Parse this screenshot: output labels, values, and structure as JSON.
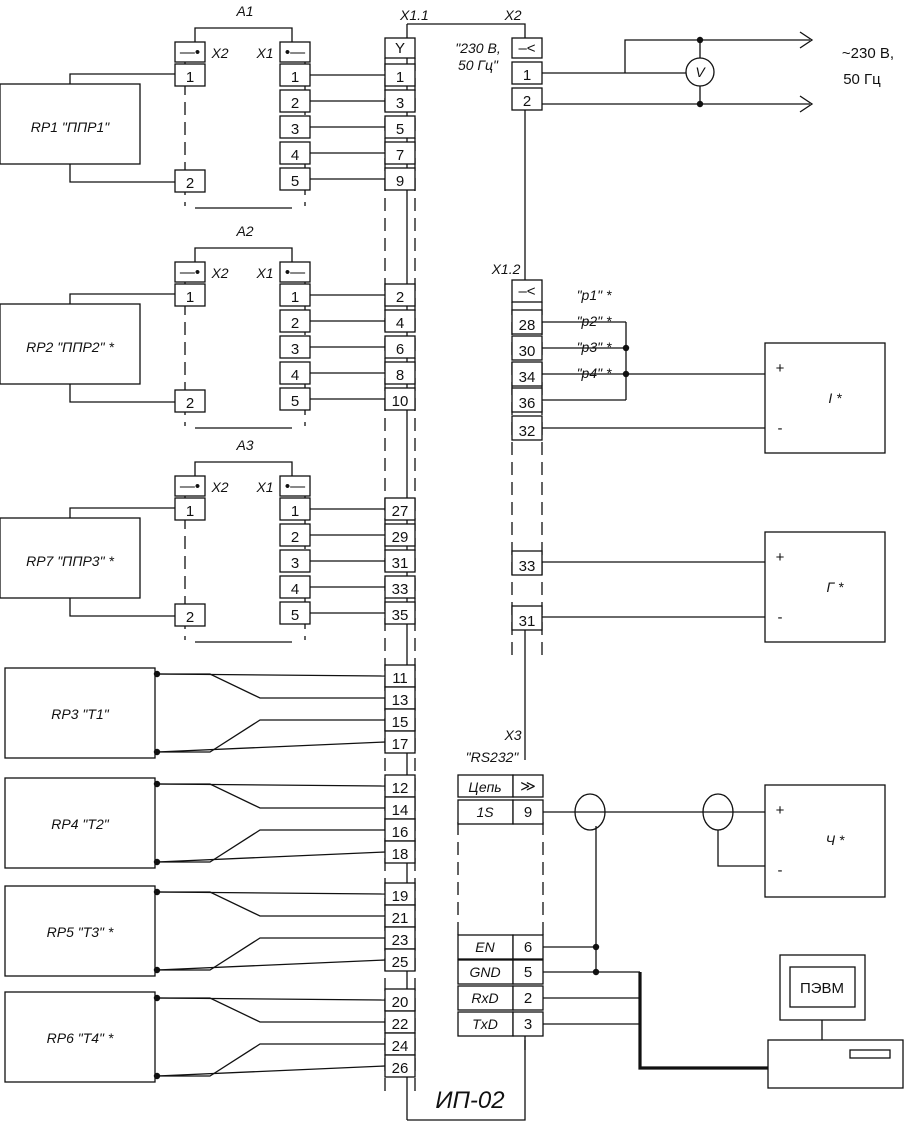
{
  "sensors_ppr": [
    {
      "label": "RP1 \"ППР1\"",
      "module": "A1",
      "x2": "X2",
      "x1": "X1",
      "pin_a": "1",
      "pin_b": "2",
      "outs": [
        "1",
        "2",
        "3",
        "4",
        "5"
      ],
      "terms": [
        "1",
        "3",
        "5",
        "7",
        "9"
      ]
    },
    {
      "label": "RP2 \"ППР2\" *",
      "module": "A2",
      "x2": "X2",
      "x1": "X1",
      "pin_a": "1",
      "pin_b": "2",
      "outs": [
        "1",
        "2",
        "3",
        "4",
        "5"
      ],
      "terms": [
        "2",
        "4",
        "6",
        "8",
        "10"
      ]
    },
    {
      "label": "RP7 \"ППР3\" *",
      "module": "A3",
      "x2": "X2",
      "x1": "X1",
      "pin_a": "1",
      "pin_b": "2",
      "outs": [
        "1",
        "2",
        "3",
        "4",
        "5"
      ],
      "terms": [
        "27",
        "29",
        "31",
        "33",
        "35"
      ]
    }
  ],
  "sensors_t": [
    {
      "label": "RP3   \"T1\"",
      "terms": [
        "11",
        "13",
        "15",
        "17"
      ]
    },
    {
      "label": "RP4   \"T2\"",
      "terms": [
        "12",
        "14",
        "16",
        "18"
      ]
    },
    {
      "label": "RP5   \"T3\" *",
      "terms": [
        "19",
        "21",
        "23",
        "25"
      ]
    },
    {
      "label": "RP6   \"T4\" *",
      "terms": [
        "20",
        "22",
        "24",
        "26"
      ]
    }
  ],
  "x11": {
    "label": "X1.1"
  },
  "device": {
    "label": "ИП-02"
  },
  "x2": {
    "label": "X2",
    "desc1": "\"230 В,",
    "desc2": "50 Гц\"",
    "pins": [
      "1",
      "2"
    ]
  },
  "mains": {
    "line1": "~230 В,",
    "line2": "50 Гц",
    "meter": "V"
  },
  "x12": {
    "label": "X1.2",
    "pins": [
      "28",
      "30",
      "34",
      "36",
      "32"
    ],
    "pins2": [
      "33",
      "31"
    ],
    "jumpers": [
      "\"p1\" *",
      "\"p2\" *",
      "\"p3\" *",
      "\"p4\" *"
    ]
  },
  "loads": [
    {
      "label": "I *",
      "plus": "+",
      "minus": "-"
    },
    {
      "label": "Г *",
      "plus": "+",
      "minus": "-"
    },
    {
      "label": "Ч *",
      "plus": "+",
      "minus": "-"
    }
  ],
  "x3": {
    "label": "X3",
    "desc": "\"RS232\"",
    "rows": [
      {
        "name": "Цепь",
        "pin": ""
      },
      {
        "name": "1S",
        "pin": "9"
      },
      {
        "name": "EN",
        "pin": "6"
      },
      {
        "name": "GND",
        "pin": "5"
      },
      {
        "name": "RxD",
        "pin": "2"
      },
      {
        "name": "TxD",
        "pin": "3"
      }
    ]
  },
  "pc": {
    "label": "ПЭВМ"
  }
}
